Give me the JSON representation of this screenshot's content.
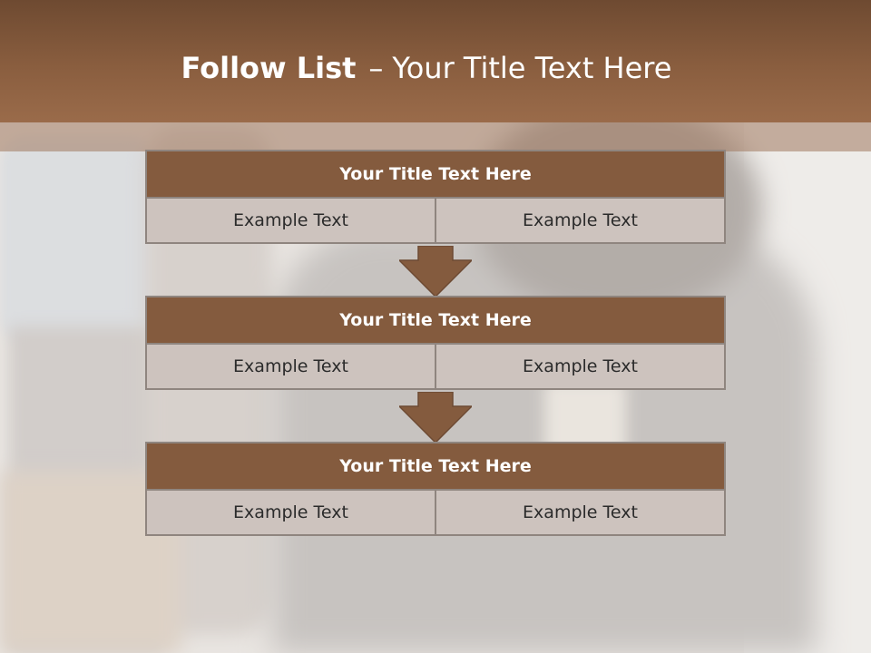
{
  "header": {
    "title_bold": "Follow List",
    "title_dash": "–",
    "title_rest": "Your Title Text Here"
  },
  "stages": [
    {
      "title": "Your Title Text Here",
      "left": "Example Text",
      "right": "Example Text"
    },
    {
      "title": "Your Title Text Here",
      "left": "Example Text",
      "right": "Example Text"
    },
    {
      "title": "Your Title Text Here",
      "left": "Example Text",
      "right": "Example Text"
    }
  ],
  "colors": {
    "header": "#8a5e3f",
    "stage_title": "#845b3e",
    "cell": "#cdc3be",
    "arrow": "#845b3e"
  }
}
